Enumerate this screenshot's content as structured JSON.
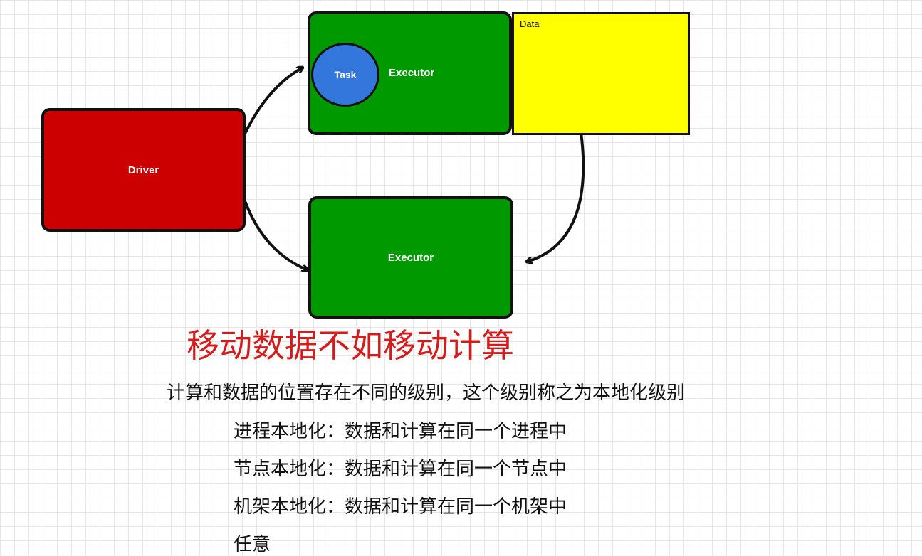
{
  "diagram": {
    "driver": {
      "label": "Driver",
      "color": "#cc0000"
    },
    "executor_top": {
      "label": "Executor",
      "color": "#009900"
    },
    "task": {
      "label": "Task",
      "color": "#3377dd"
    },
    "data": {
      "label": "Data",
      "color": "#ffff00"
    },
    "executor_bottom": {
      "label": "Executor",
      "color": "#009900"
    },
    "edges": [
      {
        "from": "Driver",
        "to": "Executor (top)"
      },
      {
        "from": "Driver",
        "to": "Executor (bottom)"
      },
      {
        "from": "Data",
        "to": "Executor (bottom)"
      }
    ]
  },
  "text": {
    "heading": "移动数据不如移动计算",
    "heading_color": "#d41c1c",
    "intro": "计算和数据的位置存在不同的级别，这个级别称之为本地化级别",
    "items": [
      "进程本地化：数据和计算在同一个进程中",
      "节点本地化：数据和计算在同一个节点中",
      "机架本地化：数据和计算在同一个机架中",
      "任意"
    ]
  }
}
